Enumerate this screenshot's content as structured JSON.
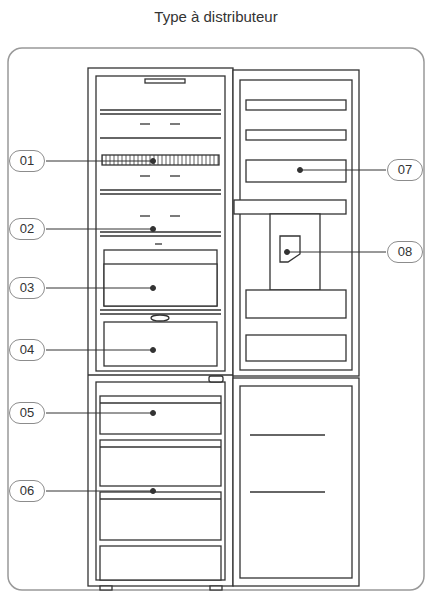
{
  "diagram": {
    "title": "Type à distributeur",
    "nodes": [
      {
        "text": [
          "01"
        ]
      },
      {
        "text": [
          "02"
        ]
      },
      {
        "text": [
          "03"
        ]
      },
      {
        "text": [
          "04"
        ]
      },
      {
        "text": [
          "05"
        ]
      },
      {
        "text": [
          "06"
        ]
      },
      {
        "text": [
          "07"
        ]
      },
      {
        "text": [
          "08"
        ]
      }
    ]
  }
}
